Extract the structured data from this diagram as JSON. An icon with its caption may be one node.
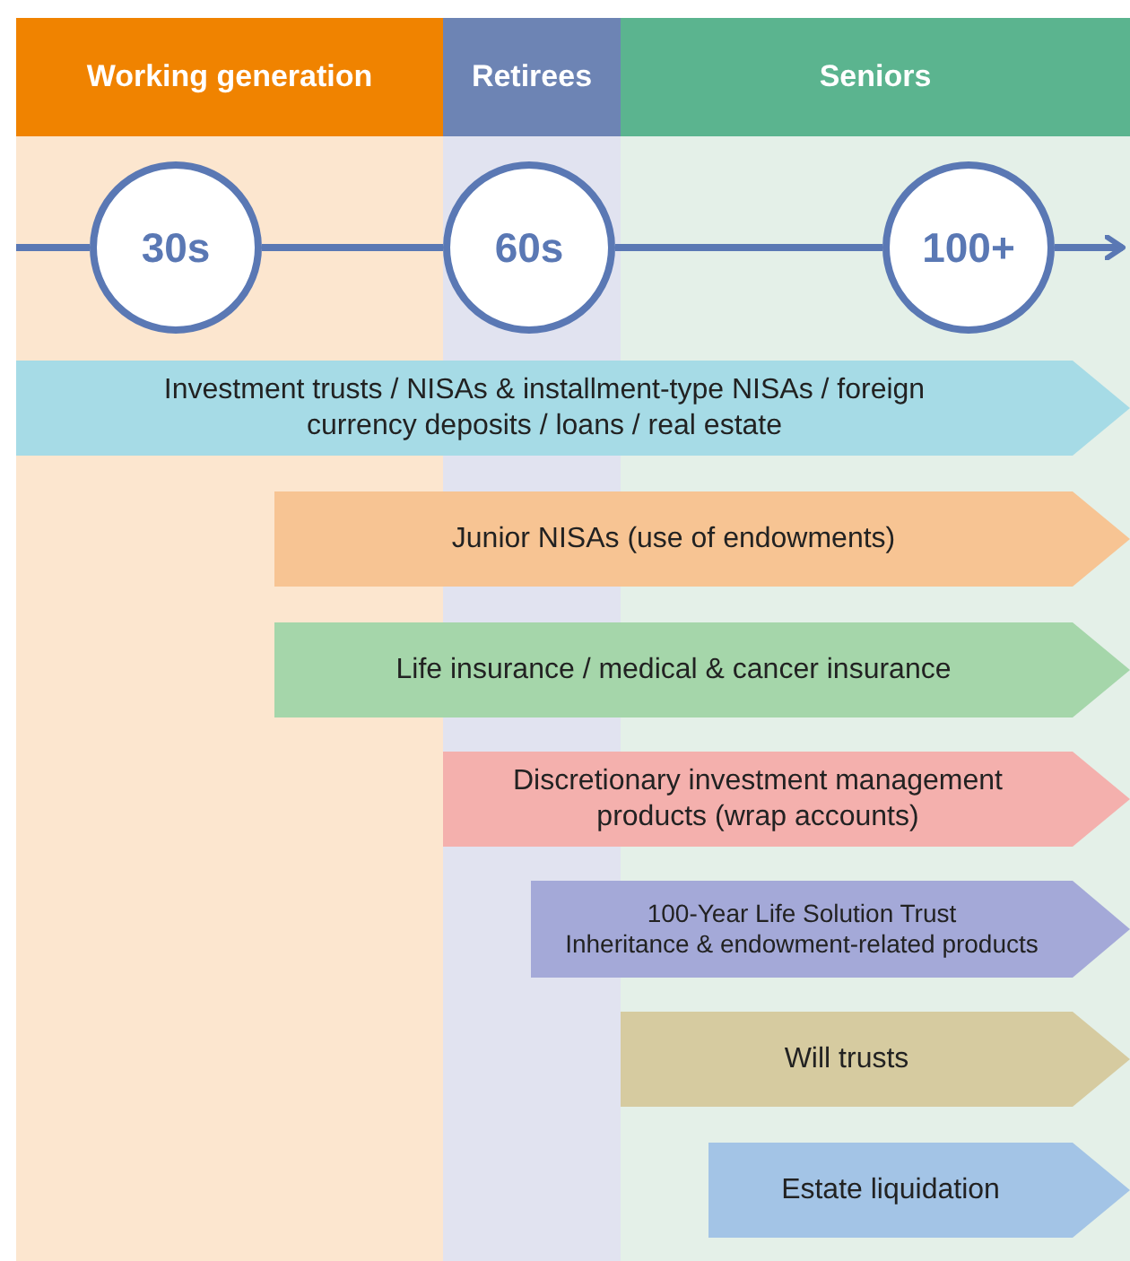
{
  "diagram": {
    "nodes": [
      {
        "text": [
          "Working generation"
        ]
      },
      {
        "text": [
          "Retirees"
        ]
      },
      {
        "text": [
          "Seniors"
        ]
      },
      {
        "text": [
          "30s"
        ]
      },
      {
        "text": [
          "60s"
        ]
      },
      {
        "text": [
          "100+"
        ]
      },
      {
        "text": [
          "Investment trusts / NISAs & installment-type NISAs / foreign currency deposits / loans / real estate"
        ]
      },
      {
        "text": [
          "Junior NISAs (use of endowments)"
        ]
      },
      {
        "text": [
          "Life insurance / medical & cancer insurance"
        ]
      },
      {
        "text": [
          "Discretionary investment management products (wrap accounts)"
        ]
      },
      {
        "text": [
          "100-Year Life Solution Trust",
          "Inheritance & endowment-related products"
        ]
      },
      {
        "text": [
          "Will trusts"
        ]
      },
      {
        "text": [
          "Estate liquidation"
        ]
      }
    ],
    "edges": [
      {
        "from": null,
        "to": 3,
        "arrow": "none"
      },
      {
        "from": 3,
        "to": 4,
        "arrow": "none"
      },
      {
        "from": 4,
        "to": 5,
        "arrow": "none"
      },
      {
        "from": 5,
        "to": null,
        "arrow": "to"
      }
    ]
  }
}
